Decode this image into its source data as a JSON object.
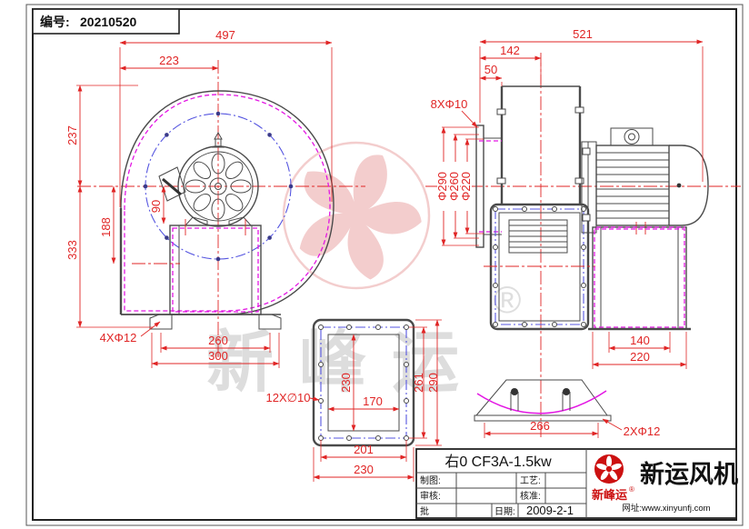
{
  "sheet": {
    "doc_label": "编号:",
    "doc_number": "20210520"
  },
  "front": {
    "d497": "497",
    "d223": "223",
    "d237": "237",
    "d333": "333",
    "d188": "188",
    "d90": "90",
    "d260": "260",
    "d300": "300",
    "holes": "4XΦ12"
  },
  "side": {
    "d521": "521",
    "d142": "142",
    "d50": "50",
    "holes": "8XΦ10",
    "dia1": "Φ290",
    "dia2": "Φ260",
    "dia3": "Φ220",
    "d140": "140",
    "d220": "220"
  },
  "flange": {
    "d230_inner": "230",
    "d170": "170",
    "d261": "261",
    "d290": "290",
    "d201": "201",
    "d230_outer": "230",
    "holes": "12X∅10"
  },
  "base": {
    "d266": "266",
    "holes": "2XΦ12"
  },
  "watermark": {
    "brand": "新峰运",
    "reg": "®"
  },
  "title": {
    "model": "右0 CF3A-1.5kw",
    "drawn": "制图:",
    "checked": "审核:",
    "approve_row": "批",
    "process": "工艺:",
    "ratify": "核准:",
    "date_label": "日期:",
    "date": "2009-2-1",
    "company": "新运风机",
    "brand": "新峰运",
    "reg": "®",
    "website": "网址:www.xinyunfj.com"
  },
  "colors": {
    "dimension_red": "#e02525",
    "outline_grey": "#4a4a4a",
    "magenta": "#e316e3",
    "bolt_blue": "#5555e0",
    "brand_red": "#cc1111",
    "watermark_pink": "#eaa6a6",
    "watermark_grey": "#bcbcbc"
  }
}
